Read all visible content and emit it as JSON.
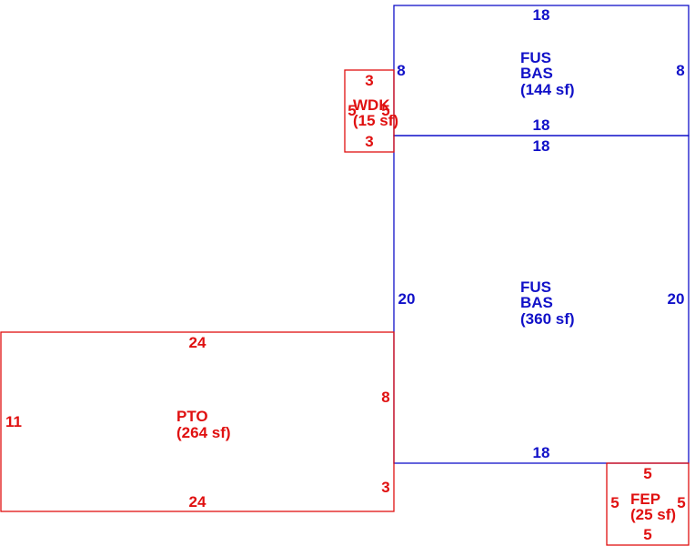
{
  "colors": {
    "living": "#1010c8",
    "exterior": "#e01010",
    "background": "#ffffff"
  },
  "areas": {
    "upper_bas": {
      "code1": "FUS",
      "code2": "BAS",
      "area": "(144 sf)",
      "top": "18",
      "bottom": "18",
      "left": "8",
      "right": "8"
    },
    "main_bas": {
      "code1": "FUS",
      "code2": "BAS",
      "area": "(360 sf)",
      "top": "18",
      "bottom": "18",
      "left": "20",
      "right": "20"
    },
    "wdk": {
      "code": "WDK",
      "area": "(15 sf)",
      "top": "3",
      "bottom": "3",
      "left": "5",
      "right": "5"
    },
    "pto": {
      "code": "PTO",
      "area": "(264 sf)",
      "top": "24",
      "bottom": "24",
      "left": "11",
      "right_upper": "8",
      "right_lower": "3"
    },
    "fep": {
      "code": "FEP",
      "area": "(25 sf)",
      "top": "5",
      "bottom": "5",
      "left": "5",
      "right": "5"
    }
  }
}
